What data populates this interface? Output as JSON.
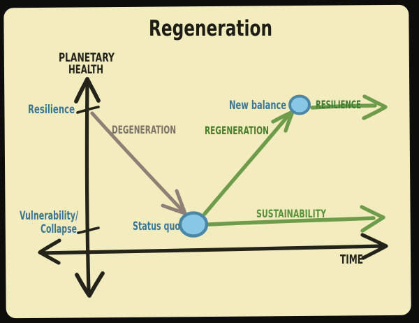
{
  "title": "Regeneration",
  "colors": {
    "background": "#0d0d0b",
    "paper": "#f3ecbf",
    "axis": "#23231a",
    "title_color": "#1d1d15",
    "label_teal": "#3d7691",
    "degeneration_arrow": "#8d8074",
    "degeneration_text": "#7d7267",
    "green_arrow": "#6e9c4b",
    "regeneration_text": "#4b7f2e",
    "resilience_text": "#3f7c33",
    "sustainability_text": "#569239",
    "node_fill": "#89c8e4",
    "node_stroke": "#4c87a6"
  },
  "axes": {
    "y_label_line1": "PLANETARY",
    "y_label_line2": "HEALTH",
    "x_label": "TIME",
    "y_tick_top": "Resilience",
    "y_tick_bottom_line1": "Vulnerability/",
    "y_tick_bottom_line2": "Collapse"
  },
  "nodes": {
    "status_quo": "Status quo",
    "new_balance": "New balance"
  },
  "arrows": {
    "degeneration": "DEGENERATION",
    "regeneration": "REGENERATION",
    "resilience": "RESILIENCE",
    "sustainability": "SUSTAINABILITY"
  }
}
